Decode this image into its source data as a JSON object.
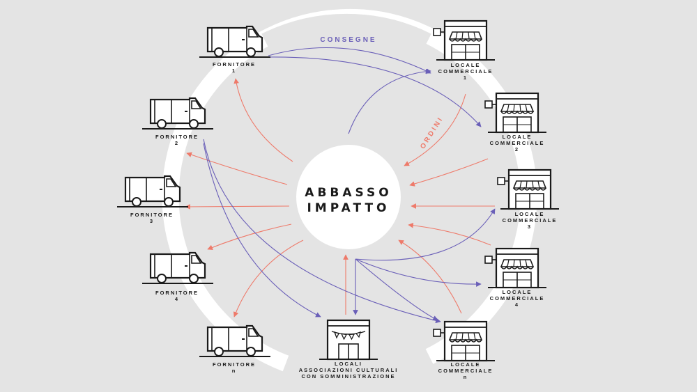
{
  "colors": {
    "background": "#e4e4e4",
    "ring": "#ffffff",
    "consegne": "#6a5fb8",
    "ordini": "#ee7a6a",
    "ink": "#1a1a1a"
  },
  "center": {
    "line1": "ABBASSO",
    "line2": "IMPATTO"
  },
  "flows": {
    "consegne": "CONSEGNE",
    "ordini": "ORDINI"
  },
  "suppliers": [
    {
      "line1": "FORNITORE",
      "line2": "1",
      "icon": "van-icon"
    },
    {
      "line1": "FORNITORE",
      "line2": "2",
      "icon": "van-icon"
    },
    {
      "line1": "FORNITORE",
      "line2": "3",
      "icon": "van-icon"
    },
    {
      "line1": "FORNITORE",
      "line2": "4",
      "icon": "van-icon"
    },
    {
      "line1": "FORNITORE",
      "line2": "n",
      "icon": "van-icon"
    }
  ],
  "shops": [
    {
      "line1": "LOCALE",
      "line2": "COMMERCIALE",
      "line3": "1",
      "icon": "shop-icon"
    },
    {
      "line1": "LOCALE",
      "line2": "COMMERCIALE",
      "line3": "2",
      "icon": "shop-icon"
    },
    {
      "line1": "LOCALE",
      "line2": "COMMERCIALE",
      "line3": "3",
      "icon": "shop-icon"
    },
    {
      "line1": "LOCALE",
      "line2": "COMMERCIALE",
      "line3": "4",
      "icon": "shop-icon"
    },
    {
      "line1": "LOCALE",
      "line2": "COMMERCIALE",
      "line3": "n",
      "icon": "shop-icon"
    }
  ],
  "association": {
    "line1": "LOCALI",
    "line2": "ASSOCIAZIONI CULTURALI",
    "line3": "CON SOMMINISTRAZIONE",
    "icon": "bunting-shop-icon"
  }
}
